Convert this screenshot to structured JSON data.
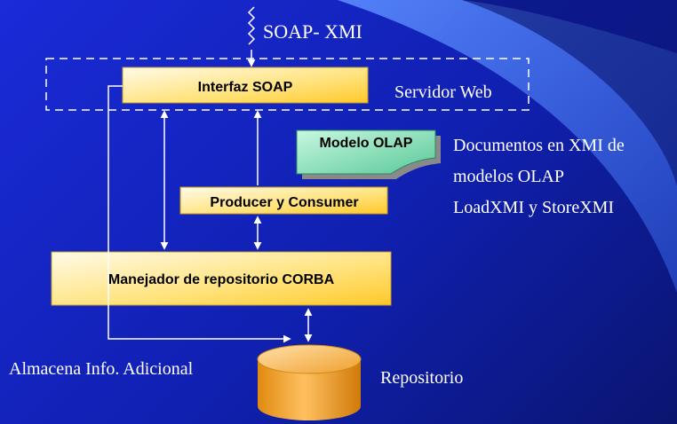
{
  "diagram": {
    "protocol_label": "SOAP- XMI",
    "soap_interface": "Interfaz SOAP",
    "web_server": "Servidor Web",
    "olap_model": "Modelo OLAP",
    "xmi_docs": {
      "line1": "Documentos en XMI de",
      "line2": "modelos OLAP",
      "line3": "LoadXMI y StoreXMI"
    },
    "producer_consumer": "Producer y Consumer",
    "corba_manager": "Manejador de repositorio CORBA",
    "additional_info": "Almacena Info. Adicional",
    "repository": "Repositorio"
  },
  "colors": {
    "background_top": "#1a2bd8",
    "background_bottom": "#0a1570",
    "box_fill_light": "#fffbe0",
    "box_fill_dark": "#ffd24a",
    "olap_fill_light": "#a8f0c8",
    "olap_fill_dark": "#60d0a0",
    "cylinder": "#f0a020",
    "lines": "#ffffff"
  }
}
